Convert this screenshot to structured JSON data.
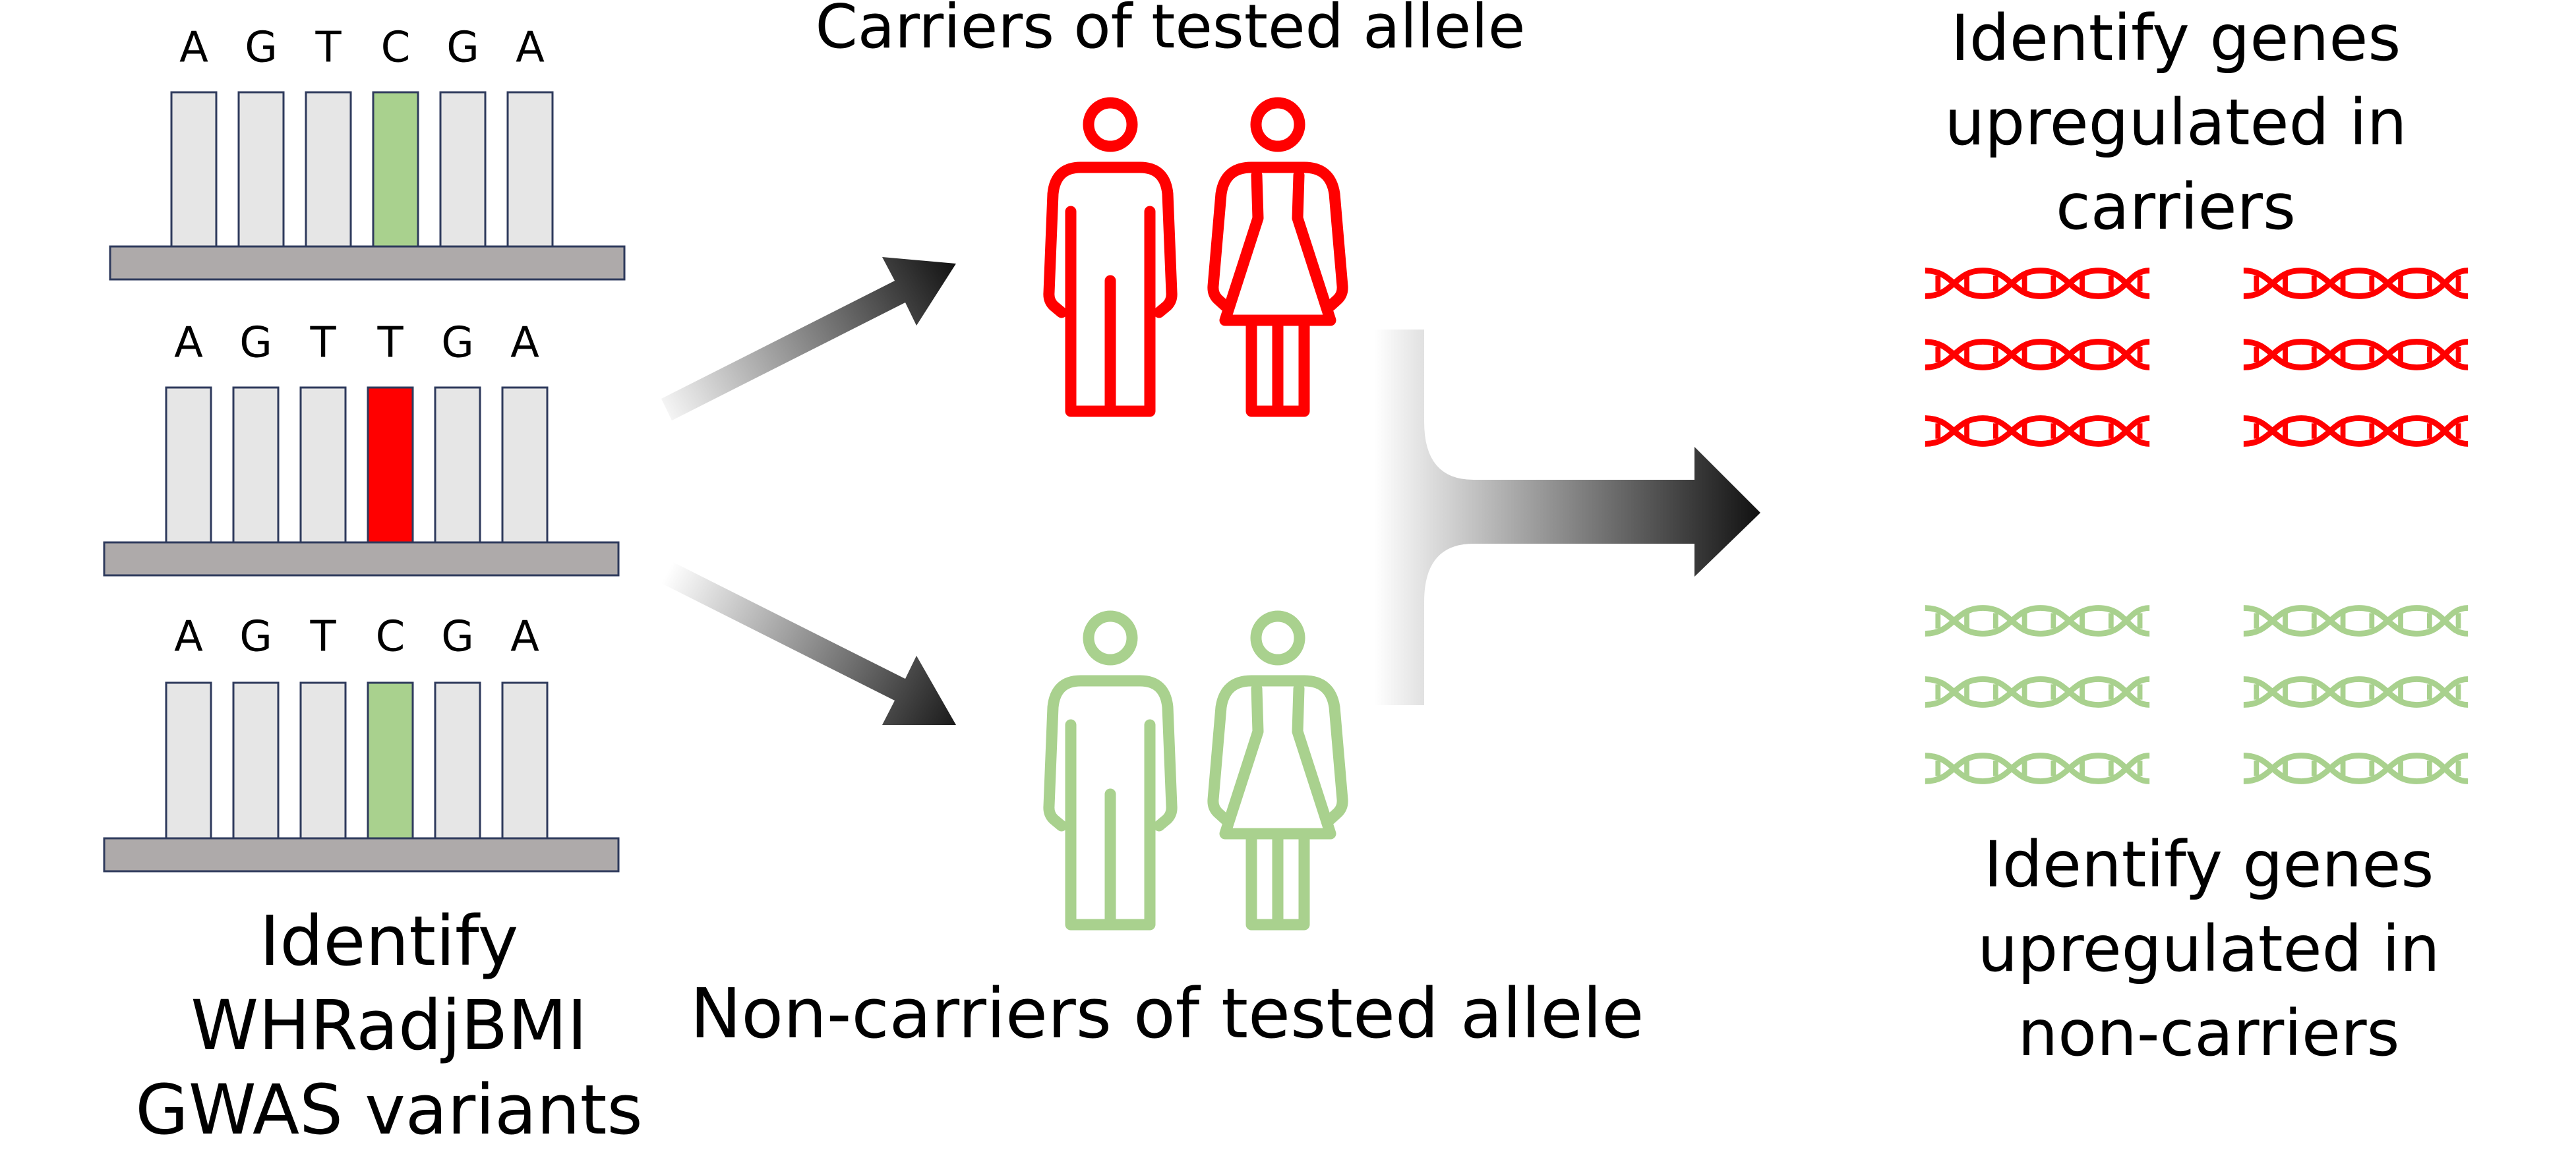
{
  "colors": {
    "reference_bar": "#e6e6e6",
    "bar_outline": "#2e3a5c",
    "base_bar": "#aeaaaa",
    "highlight_green": "#a9d18e",
    "highlight_red": "#ff0000",
    "carrier": "#ff0000",
    "non_carrier": "#a9d18e",
    "arrow": "#111111"
  },
  "sequences": [
    {
      "letters": [
        "A",
        "G",
        "T",
        "C",
        "G",
        "A"
      ],
      "highlight_index": 3,
      "highlight_color": "green"
    },
    {
      "letters": [
        "A",
        "G",
        "T",
        "T",
        "G",
        "A"
      ],
      "highlight_index": 3,
      "highlight_color": "red"
    },
    {
      "letters": [
        "A",
        "G",
        "T",
        "C",
        "G",
        "A"
      ],
      "highlight_index": 3,
      "highlight_color": "green"
    }
  ],
  "labels": {
    "gwas": [
      "Identify",
      "WHRadjBMI",
      "GWAS variants"
    ],
    "carriers": "Carriers of tested allele",
    "non_carriers": "Non-carriers of tested allele",
    "upregulated_carriers": [
      "Identify genes",
      "upregulated in",
      "carriers"
    ],
    "upregulated_non_carriers": [
      "Identify genes",
      "upregulated in",
      "non-carriers"
    ]
  },
  "icons": {
    "carrier_people": [
      "man-icon",
      "woman-icon"
    ],
    "non_carrier_people": [
      "man-icon",
      "woman-icon"
    ],
    "dna": "dna-helix-icon",
    "dna_per_group": 6,
    "arrows": [
      "arrow-up-right-icon",
      "arrow-down-right-icon",
      "merge-arrow-icon"
    ]
  }
}
